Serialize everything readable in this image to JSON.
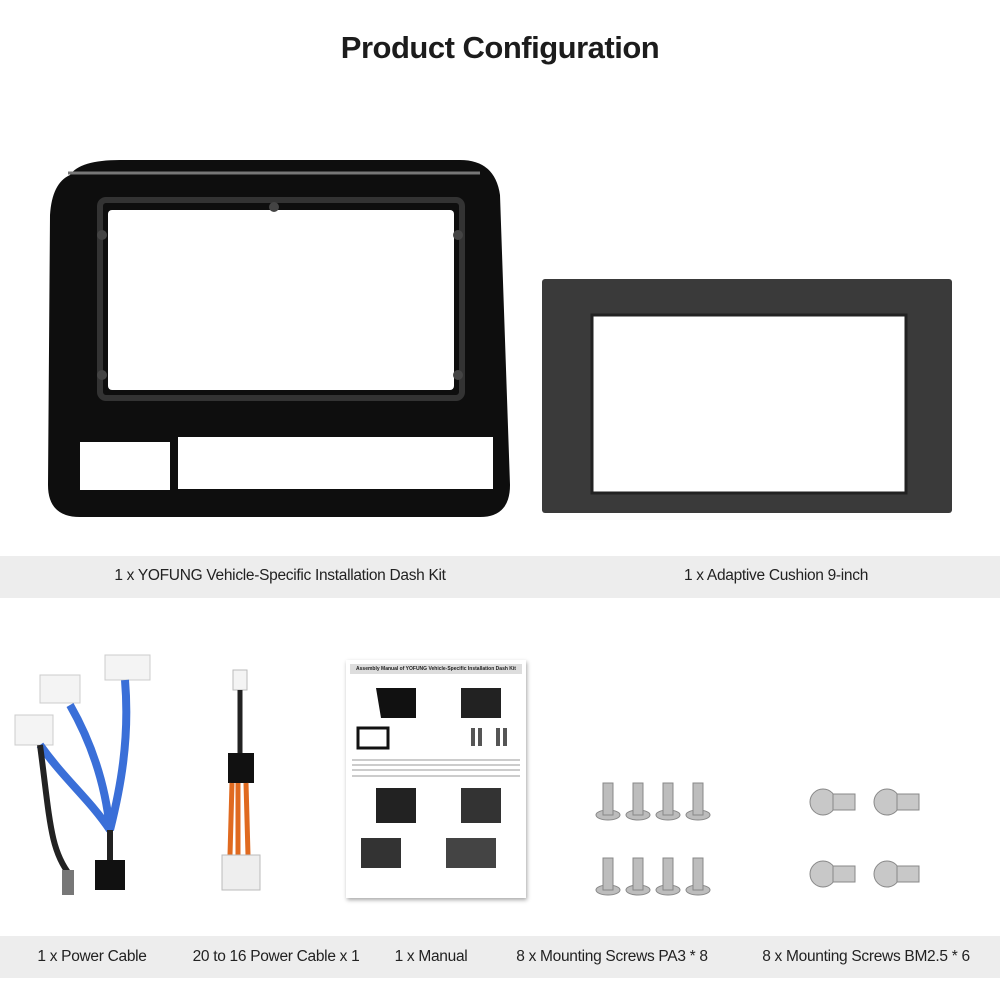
{
  "title": "Product Configuration",
  "top_items": [
    {
      "caption": "1 x YOFUNG Vehicle-Specific Installation Dash Kit",
      "image": "dash-kit-frame"
    },
    {
      "caption": "1 x Adaptive Cushion 9-inch",
      "image": "adaptive-cushion"
    }
  ],
  "bottom_items": [
    {
      "caption": "1 x Power Cable",
      "image": "power-cable"
    },
    {
      "caption": "20 to 16 Power Cable x 1",
      "image": "adapter-cable"
    },
    {
      "caption": "1 x Manual",
      "image": "manual"
    },
    {
      "caption": "8 x Mounting Screws PA3 * 8",
      "image": "pa3-screws"
    },
    {
      "caption": "8 x Mounting Screws BM2.5 * 6",
      "image": "bm25-screws"
    }
  ],
  "manual_title": "Assembly Manual of YOFUNG Vehicle-Specific Installation Dash Kit",
  "colors": {
    "band": "#ededed",
    "frame": "#111111",
    "cushion": "#3a3a3a"
  }
}
